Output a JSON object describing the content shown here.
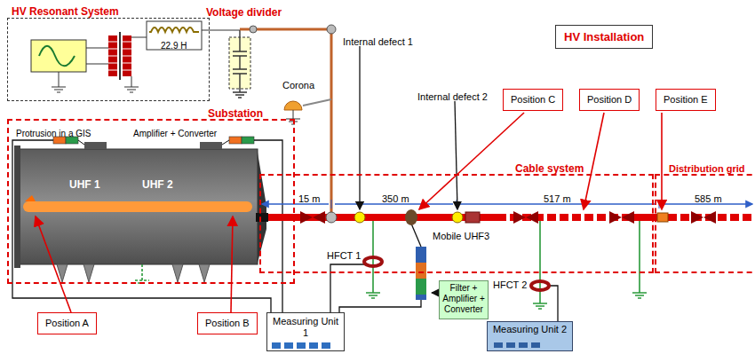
{
  "diagram": {
    "nodes": [
      {
        "text": [
          "HV Resonant System"
        ]
      },
      {
        "text": [
          "HV Installation"
        ]
      },
      {
        "text": [
          "Position C"
        ]
      },
      {
        "text": [
          "Position D"
        ]
      },
      {
        "text": [
          "Position E"
        ]
      },
      {
        "text": [
          "Substation"
        ]
      },
      {
        "text": [
          "Cable system"
        ]
      },
      {
        "text": [
          "Distribution grid"
        ]
      },
      {
        "text": [
          "Filter + Amplifier + Converter"
        ]
      },
      {
        "text": [
          "Measuring Unit 1"
        ]
      },
      {
        "text": [
          "Measuring Unit 2"
        ]
      },
      {
        "text": [
          "Position A"
        ]
      },
      {
        "text": [
          "Position B"
        ]
      }
    ],
    "labels": [
      "Voltage divider",
      "22.9 H",
      "Internal defect 1",
      "Corona",
      "Internal defect 2",
      "Protrusion in a GIS",
      "Amplifier + Converter",
      "UHF 1",
      "UHF 2",
      "15 m",
      "350 m",
      "517 m",
      "585 m",
      "Mobile UHF3",
      "HFCT 1",
      "HFCT 2"
    ]
  }
}
